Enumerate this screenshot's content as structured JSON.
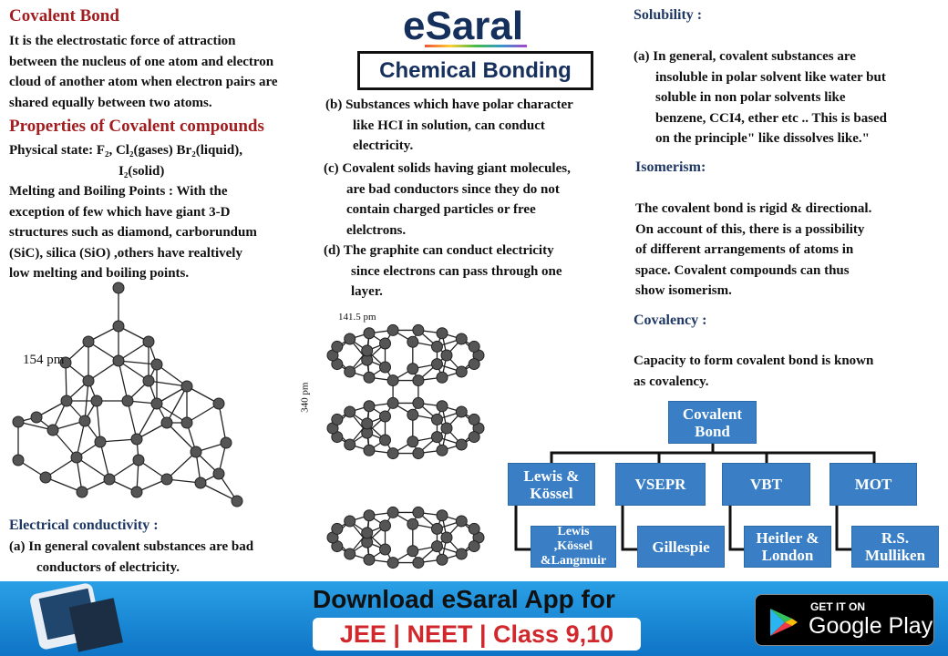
{
  "logo": "eSaral",
  "title": "Chemical Bonding",
  "left": {
    "heading1": "Covalent Bond",
    "def": [
      "It is the electrostatic force of attraction",
      "between the nucleus of one atom and electron",
      "cloud of another atom when electron pairs are",
      "shared equally between two atoms."
    ],
    "heading2": "Properties  of Covalent compounds",
    "physical": [
      "Physical state: F₂, Cl₂(gases)  Br₂(liquid),",
      "I₂(solid)"
    ],
    "melting": [
      "Melting and Boiling Points : With the",
      "exception of few which have giant 3-D",
      "structures such as diamond, carborundum",
      "(SiC), silica (SiO) ,others have realtively",
      "low melting and boiling points."
    ],
    "diamond_label": "154 pm",
    "conductivity_heading": "Electrical conductivity :",
    "cond_a": [
      "(a) In  general covalent substances are bad",
      "conductors of electricity."
    ]
  },
  "middle": {
    "b": [
      "(b) Substances which have polar character",
      "like HCI in solution, can conduct",
      "electricity."
    ],
    "c": [
      "(c) Covalent solids having giant molecules,",
      "are bad conductors since they do not",
      "contain charged particles or free",
      "elelctrons."
    ],
    "d": [
      "(d)  The graphite can conduct electricity",
      "since electrons can pass through one",
      "layer."
    ],
    "graphite_bond": "141.5 pm",
    "graphite_layer": "340 pm"
  },
  "right": {
    "solubility_heading": "Solubility :",
    "solubility": [
      "(a) In  general, covalent substances are",
      "insoluble in polar solvent like water but",
      "soluble in non polar solvents like",
      "benzene, CCI4, ether etc .. This is based",
      "on the principle\" like dissolves like.\""
    ],
    "isomerism_heading": "Isomerism:",
    "isomerism": [
      "The covalent bond is rigid & directional.",
      "On account of this, there is a  possibility",
      "of different arrangements of atoms in",
      "space. Covalent compounds can thus",
      "show isomerism."
    ],
    "covalency_heading": "Covalency :",
    "covalency": [
      "Capacity to form covalent bond is known",
      "as covalency."
    ]
  },
  "tree": {
    "root": "Covalent Bond",
    "theories": [
      "Lewis & Kössel",
      "VSEPR",
      "VBT",
      "MOT"
    ],
    "scientists": [
      "Lewis ,Kössel &Langmuir",
      "Gillespie",
      "Heitler & London",
      "R.S. Mulliken"
    ]
  },
  "banner": {
    "download": "Download eSaral App for",
    "exams": "JEE | NEET | Class 9,10",
    "gp_small": "GET IT ON",
    "gp_big": "Google Play"
  },
  "colors": {
    "heading_red": "#a11d1f",
    "heading_navy": "#1f3864",
    "box_blue": "#3a7fc6",
    "banner_blue": "#1a8bd6"
  }
}
